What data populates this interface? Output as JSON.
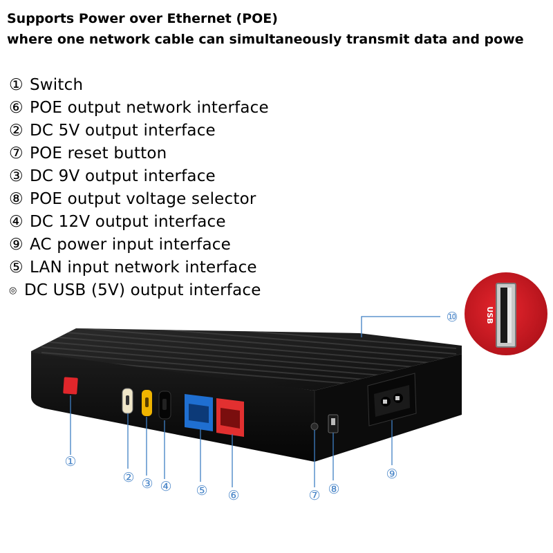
{
  "headline": {
    "line1": "Supports Power over Ethernet (POE)",
    "line2": "where one network cable can simultaneously transmit data and powe"
  },
  "features": [
    {
      "marker": "①",
      "label": "Switch"
    },
    {
      "marker": "⑥",
      "label": "POE output network interface"
    },
    {
      "marker": "②",
      "label": "DC 5V output interface"
    },
    {
      "marker": "⑦",
      "label": "POE reset button"
    },
    {
      "marker": "③",
      "label": "DC 9V output interface"
    },
    {
      "marker": "⑧",
      "label": "POE output voltage selector"
    },
    {
      "marker": "④",
      "label": "DC 12V output interface"
    },
    {
      "marker": "⑨",
      "label": "AC power input interface"
    },
    {
      "marker": "⑤",
      "label": "LAN input network interface"
    },
    {
      "marker": "◎",
      "label": "DC USB (5V) output interface"
    }
  ],
  "callouts": {
    "c1": "①",
    "c2": "②",
    "c3": "③",
    "c4": "④",
    "c5": "⑤",
    "c6": "⑥",
    "c7": "⑦",
    "c8": "⑧",
    "c9": "⑨",
    "c10": "⑩"
  },
  "usb_label": "USB",
  "colors": {
    "callout_line": "#3f7fc4",
    "callout_text": "#4a86c8",
    "device_body": "#151515",
    "switch_red": "#e0262b",
    "lan_blue": "#1f6fd1",
    "poe_red": "#e23030",
    "usb_badge_red": "#d91c24"
  }
}
